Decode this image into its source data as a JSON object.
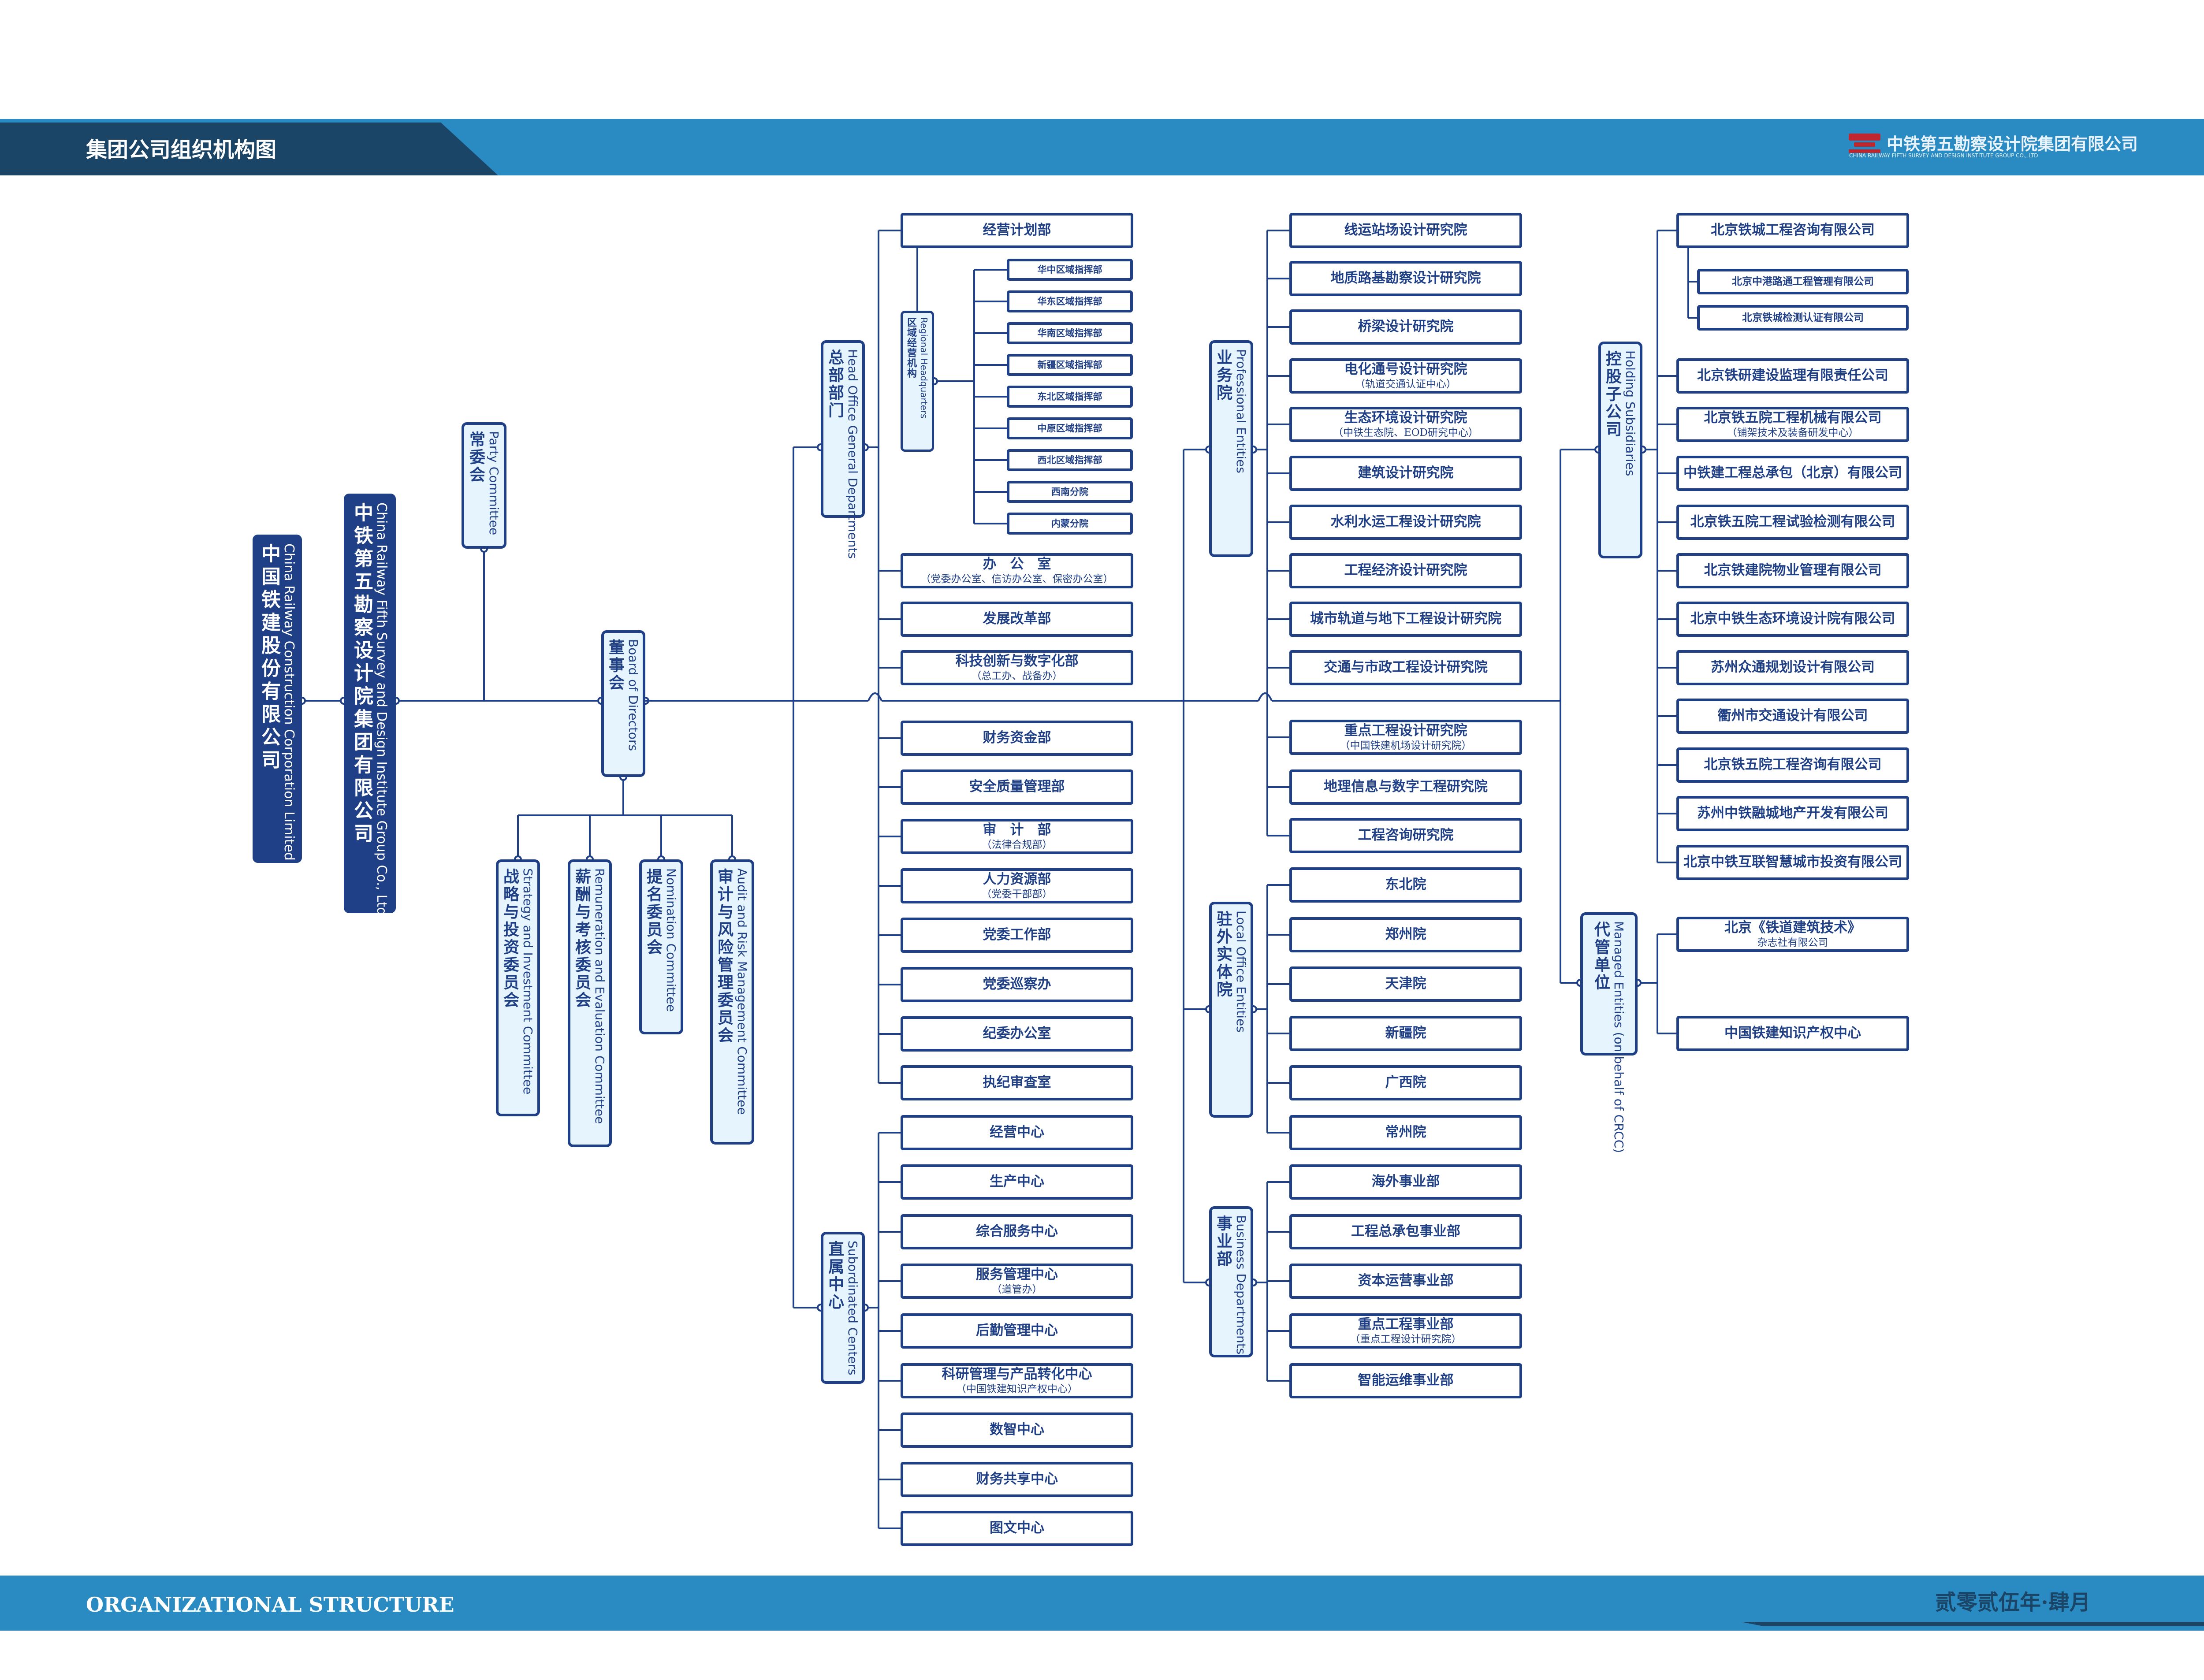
{
  "header": {
    "title": "集团公司组织机构图",
    "company": "中铁第五勘察设计院集团有限公司",
    "company_en": "CHINA RAILWAY FIFTH SURVEY AND DESIGN INSTITUTE GROUP CO., LTD"
  },
  "footer": {
    "label": "ORGANIZATIONAL STRUCTURE",
    "date": "贰零贰伍年·肆月"
  },
  "colors": {
    "primary": "#1f3f86",
    "band": "#2a8ac2",
    "dark": "#1b4566",
    "fill": "#e6f5fd"
  },
  "icons": {
    "logo": "crrc-logo-icon"
  },
  "root": {
    "cn": "中国铁建股份有限公司",
    "en": "China Railway Construction Corporation Limited"
  },
  "group": {
    "cn": "中铁第五勘察设计院集团有限公司",
    "en": "China Railway Fifth Survey and Design Institute Group Co., Ltd"
  },
  "party": {
    "cn": "常委会",
    "en": "Party Committee"
  },
  "board": {
    "cn": "董事会",
    "en": "Board of Directors"
  },
  "committees": [
    {
      "cn": "战略与投资委员会",
      "en": "Strategy and Investment Committee"
    },
    {
      "cn": "薪酬与考核委员会",
      "en": "Remuneration and Evaluation  Committee"
    },
    {
      "cn": "提名委员会",
      "en": "Nomination  Committee"
    },
    {
      "cn": "审计与风险管理委员会",
      "en": "Audit and Risk Management  Committee"
    }
  ],
  "hq": {
    "cn": "总部部门",
    "en": "Head Office General Departments"
  },
  "regional": {
    "cn": "区域经营机构",
    "en": "Regional Headquarters"
  },
  "regional_items": [
    "华中区域指挥部",
    "华东区域指挥部",
    "华南区域指挥部",
    "新疆区域指挥部",
    "东北区域指挥部",
    "中原区域指挥部",
    "西北区域指挥部",
    "西南分院",
    "内蒙分院"
  ],
  "hq_items": [
    {
      "t": "经营计划部",
      "s": ""
    },
    {
      "t": "办　公　室",
      "s": "（党委办公室、信访办公室、保密办公室）"
    },
    {
      "t": "发展改革部",
      "s": ""
    },
    {
      "t": "科技创新与数字化部",
      "s": "（总工办、战备办）"
    },
    {
      "t": "财务资金部",
      "s": ""
    },
    {
      "t": "安全质量管理部",
      "s": ""
    },
    {
      "t": "审　计　部",
      "s": "（法律合规部）"
    },
    {
      "t": "人力资源部",
      "s": "（党委干部部）"
    },
    {
      "t": "党委工作部",
      "s": ""
    },
    {
      "t": "党委巡察办",
      "s": ""
    },
    {
      "t": "纪委办公室",
      "s": ""
    },
    {
      "t": "执纪审查室",
      "s": ""
    }
  ],
  "centers": {
    "cn": "直属中心",
    "en": "Subordinated Centers"
  },
  "center_items": [
    {
      "t": "经营中心",
      "s": ""
    },
    {
      "t": "生产中心",
      "s": ""
    },
    {
      "t": "综合服务中心",
      "s": ""
    },
    {
      "t": "服务管理中心",
      "s": "（道管办）"
    },
    {
      "t": "后勤管理中心",
      "s": ""
    },
    {
      "t": "科研管理与产品转化中心",
      "s": "（中国铁建知识产权中心）"
    },
    {
      "t": "数智中心",
      "s": ""
    },
    {
      "t": "财务共享中心",
      "s": ""
    },
    {
      "t": "图文中心",
      "s": ""
    }
  ],
  "professional": {
    "cn": "业务院",
    "en": "Professional  Entities"
  },
  "professional_items": [
    {
      "t": "线运站场设计研究院",
      "s": ""
    },
    {
      "t": "地质路基勘察设计研究院",
      "s": ""
    },
    {
      "t": "桥梁设计研究院",
      "s": ""
    },
    {
      "t": "电化通号设计研究院",
      "s": "（轨道交通认证中心）"
    },
    {
      "t": "生态环境设计研究院",
      "s": "（中铁生态院、EOD研究中心）"
    },
    {
      "t": "建筑设计研究院",
      "s": ""
    },
    {
      "t": "水利水运工程设计研究院",
      "s": ""
    },
    {
      "t": "工程经济设计研究院",
      "s": ""
    },
    {
      "t": "城市轨道与地下工程设计研究院",
      "s": ""
    },
    {
      "t": "交通与市政工程设计研究院",
      "s": ""
    },
    {
      "t": "重点工程设计研究院",
      "s": "（中国铁建机场设计研究院）"
    },
    {
      "t": "地理信息与数字工程研究院",
      "s": ""
    },
    {
      "t": "工程咨询研究院",
      "s": ""
    }
  ],
  "local": {
    "cn": "驻外实体院",
    "en": "Local Office Entities"
  },
  "local_items": [
    {
      "t": "东北院",
      "s": ""
    },
    {
      "t": "郑州院",
      "s": ""
    },
    {
      "t": "天津院",
      "s": ""
    },
    {
      "t": "新疆院",
      "s": ""
    },
    {
      "t": "广西院",
      "s": ""
    },
    {
      "t": "常州院",
      "s": ""
    }
  ],
  "business": {
    "cn": "事业部",
    "en": "Business Departments"
  },
  "business_items": [
    {
      "t": "海外事业部",
      "s": ""
    },
    {
      "t": "工程总承包事业部",
      "s": ""
    },
    {
      "t": "资本运营事业部",
      "s": ""
    },
    {
      "t": "重点工程事业部",
      "s": "（重点工程设计研究院）"
    },
    {
      "t": "智能运维事业部",
      "s": ""
    }
  ],
  "holding": {
    "cn": "控股子公司",
    "en": "Holding Subsidiaries"
  },
  "holding_top": {
    "t": "北京铁城工程咨询有限公司",
    "s": ""
  },
  "holding_sub": [
    "北京中港路通工程管理有限公司",
    "北京铁城检测认证有限公司"
  ],
  "holding_items": [
    {
      "t": "北京铁研建设监理有限责任公司",
      "s": ""
    },
    {
      "t": "北京铁五院工程机械有限公司",
      "s": "（铺架技术及装备研发中心）"
    },
    {
      "t": "中铁建工程总承包（北京）有限公司",
      "s": ""
    },
    {
      "t": "北京铁五院工程试验检测有限公司",
      "s": ""
    },
    {
      "t": "北京铁建院物业管理有限公司",
      "s": ""
    },
    {
      "t": "北京中铁生态环境设计院有限公司",
      "s": ""
    },
    {
      "t": "苏州众通规划设计有限公司",
      "s": ""
    },
    {
      "t": "衢州市交通设计有限公司",
      "s": ""
    },
    {
      "t": "北京铁五院工程咨询有限公司",
      "s": ""
    },
    {
      "t": "苏州中铁融城地产开发有限公司",
      "s": ""
    },
    {
      "t": "北京中铁互联智慧城市投资有限公司",
      "s": ""
    }
  ],
  "managed": {
    "cn": "代管单位",
    "en": "Managed Entities (on behalf of CRCC)"
  },
  "managed_items": [
    {
      "t": "北京《铁道建筑技术》",
      "s": "杂志社有限公司"
    },
    {
      "t": "中国铁建知识产权中心",
      "s": ""
    }
  ]
}
